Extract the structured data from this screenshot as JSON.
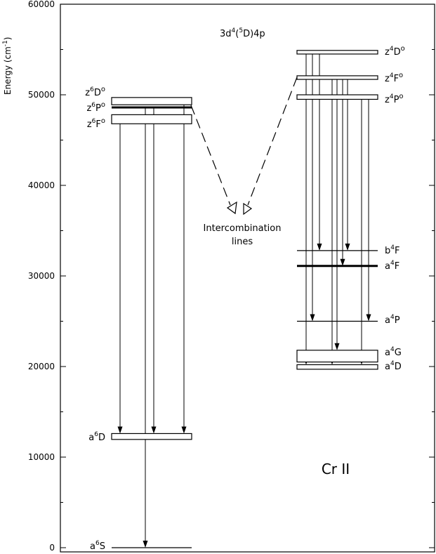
{
  "axis": {
    "ylabel_main": "Energy (cm",
    "ylabel_sup": "-1",
    "ylabel_end": ")",
    "ylim": [
      0,
      60000
    ],
    "major_ticks": [
      0,
      10000,
      20000,
      30000,
      40000,
      50000,
      60000
    ],
    "major_tick_labels": [
      "0",
      "10000",
      "20000",
      "30000",
      "40000",
      "50000",
      "60000"
    ],
    "minor_ticks": [
      5000,
      15000,
      25000,
      35000,
      45000,
      55000
    ]
  },
  "config": {
    "ion": "3d",
    "ion_sup1": "4",
    "ion_mid": "(",
    "ion_sup2": "5",
    "ion_end": "D)4p"
  },
  "species": "Cr II",
  "intercombination": {
    "line1": "Intercombination",
    "line2": "lines"
  },
  "levels_left": [
    {
      "id": "z6Do",
      "pre": "z",
      "sup1": "6",
      "mid": "D",
      "sup2": "o",
      "e_low": 48900,
      "e_high": 49700,
      "style": "box"
    },
    {
      "id": "z6Po",
      "pre": "z",
      "sup1": "6",
      "mid": "P",
      "sup2": "o",
      "e_low": 48600,
      "e_high": 48800,
      "style": "thick"
    },
    {
      "id": "z6Fo",
      "pre": "z",
      "sup1": "6",
      "mid": "F",
      "sup2": "o",
      "e_low": 46800,
      "e_high": 47800,
      "style": "box"
    },
    {
      "id": "a6D",
      "pre": "a",
      "sup1": "6",
      "mid": "D",
      "sup2": "",
      "e_low": 11950,
      "e_high": 12600,
      "style": "box"
    },
    {
      "id": "a6S",
      "pre": "a",
      "sup1": "6",
      "mid": "S",
      "sup2": "",
      "e_low": 0,
      "e_high": 0,
      "style": "line"
    }
  ],
  "levels_right": [
    {
      "id": "z4Do",
      "pre": "z",
      "sup1": "4",
      "mid": "D",
      "sup2": "o",
      "e_low": 54500,
      "e_high": 54900,
      "style": "box"
    },
    {
      "id": "z4Fo",
      "pre": "z",
      "sup1": "4",
      "mid": "F",
      "sup2": "o",
      "e_low": 51700,
      "e_high": 52100,
      "style": "box"
    },
    {
      "id": "z4Po",
      "pre": "z",
      "sup1": "4",
      "mid": "P",
      "sup2": "o",
      "e_low": 49500,
      "e_high": 50000,
      "style": "box"
    },
    {
      "id": "b4F",
      "pre": "b",
      "sup1": "4",
      "mid": "F",
      "sup2": "",
      "e_low": 32800,
      "e_high": 32800,
      "style": "line"
    },
    {
      "id": "a4F",
      "pre": "a",
      "sup1": "4",
      "mid": "F",
      "sup2": "",
      "e_low": 31100,
      "e_high": 31100,
      "style": "thick"
    },
    {
      "id": "a4P",
      "pre": "a",
      "sup1": "4",
      "mid": "P",
      "sup2": "",
      "e_low": 25000,
      "e_high": 25000,
      "style": "line"
    },
    {
      "id": "a4G",
      "pre": "a",
      "sup1": "4",
      "mid": "G",
      "sup2": "",
      "e_low": 20500,
      "e_high": 21800,
      "style": "box"
    },
    {
      "id": "a4D",
      "pre": "a",
      "sup1": "4",
      "mid": "D",
      "sup2": "",
      "e_low": 19700,
      "e_high": 20200,
      "style": "box"
    }
  ],
  "transitions": [
    {
      "x_data": 171,
      "from": 46800,
      "to": 12600
    },
    {
      "x_data": 207,
      "from": 48600,
      "to": 0
    },
    {
      "x_data": 219,
      "from": 48600,
      "to": 12600
    },
    {
      "x_data": 262,
      "from": 48900,
      "to": 12600
    },
    {
      "x_data": 436,
      "from": 54500,
      "to": 20200
    },
    {
      "x_data": 445,
      "from": 54500,
      "to": 25000
    },
    {
      "x_data": 455,
      "from": 54500,
      "to": 32800
    },
    {
      "x_data": 473,
      "from": 51700,
      "to": 20200
    },
    {
      "x_data": 480,
      "from": 51700,
      "to": 21800
    },
    {
      "x_data": 488,
      "from": 51700,
      "to": 31100
    },
    {
      "x_data": 495,
      "from": 51700,
      "to": 32800
    },
    {
      "x_data": 515,
      "from": 49500,
      "to": 20200
    },
    {
      "x_data": 525,
      "from": 49500,
      "to": 25000
    }
  ]
}
